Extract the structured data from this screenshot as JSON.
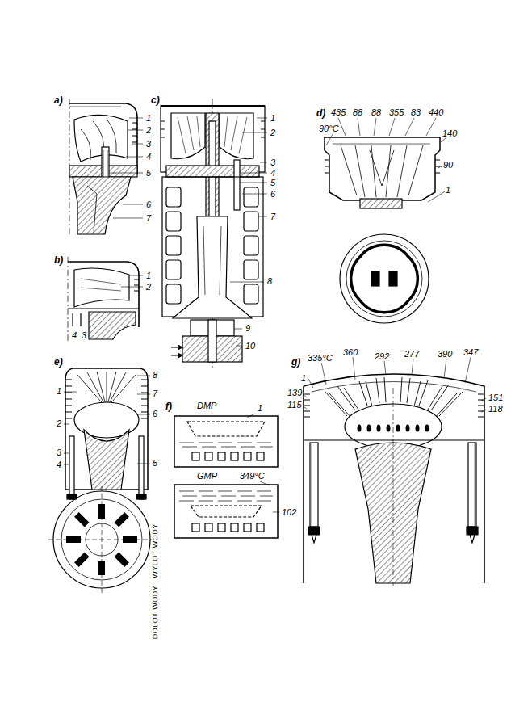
{
  "diagram": {
    "labels": [
      "a)",
      "1",
      "2",
      "3",
      "4",
      "5",
      "6",
      "7",
      "c)",
      "1",
      "2",
      "3",
      "4",
      "5",
      "6",
      "7",
      "8",
      "9",
      "10",
      "d)",
      "435",
      "88",
      "88",
      "355",
      "83",
      "440",
      "90°C",
      "140",
      "90",
      "1",
      "b)",
      "1",
      "2",
      "4",
      "3",
      "e)",
      "1",
      "2",
      "3",
      "4",
      "8",
      "7",
      "6",
      "5",
      "DOLOT WODY",
      "WYLOT WODY",
      "f)",
      "DMP",
      "1",
      "GMP",
      "349°C",
      "102",
      "g)",
      "335°C",
      "360",
      "292",
      "277",
      "390",
      "347",
      "1",
      "139",
      "115",
      "151",
      "118"
    ]
  }
}
